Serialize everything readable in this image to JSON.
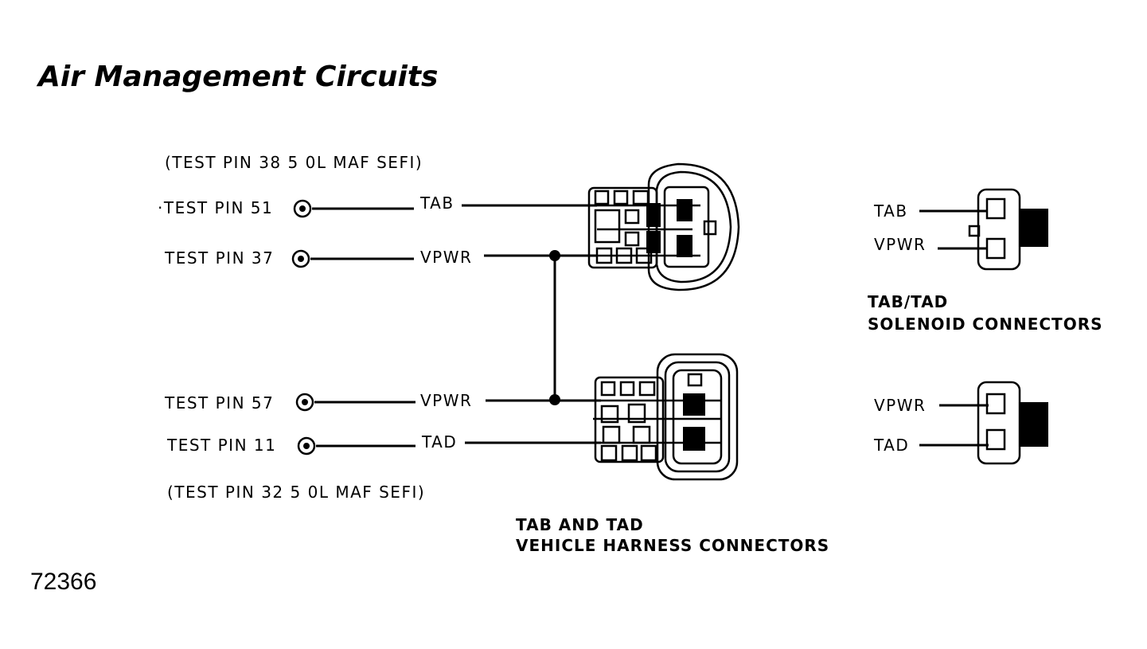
{
  "title": "Air Management Circuits",
  "figure_number": "72366",
  "notes": {
    "top": "(TEST PIN 38 5 0L MAF SEFI)",
    "bottom": "(TEST PIN 32 5 0L MAF SEFI)"
  },
  "test_pins": [
    {
      "label": "·TEST PIN 51",
      "wire": "TAB"
    },
    {
      "label": "TEST PIN 37",
      "wire": "VPWR"
    },
    {
      "label": "TEST PIN 57",
      "wire": "VPWR"
    },
    {
      "label": "TEST PIN 11",
      "wire": "TAD"
    }
  ],
  "harness_caption": [
    "TAB AND TAD",
    "VEHICLE HARNESS CONNECTORS"
  ],
  "solenoid_upper": {
    "labels": [
      "TAB",
      "VPWR"
    ]
  },
  "solenoid_caption": [
    "TAB/TAD",
    "SOLENOID CONNECTORS"
  ],
  "solenoid_lower": {
    "labels": [
      "VPWR",
      "TAD"
    ]
  },
  "colors": {
    "ink": "#000000",
    "paper": "#ffffff"
  }
}
